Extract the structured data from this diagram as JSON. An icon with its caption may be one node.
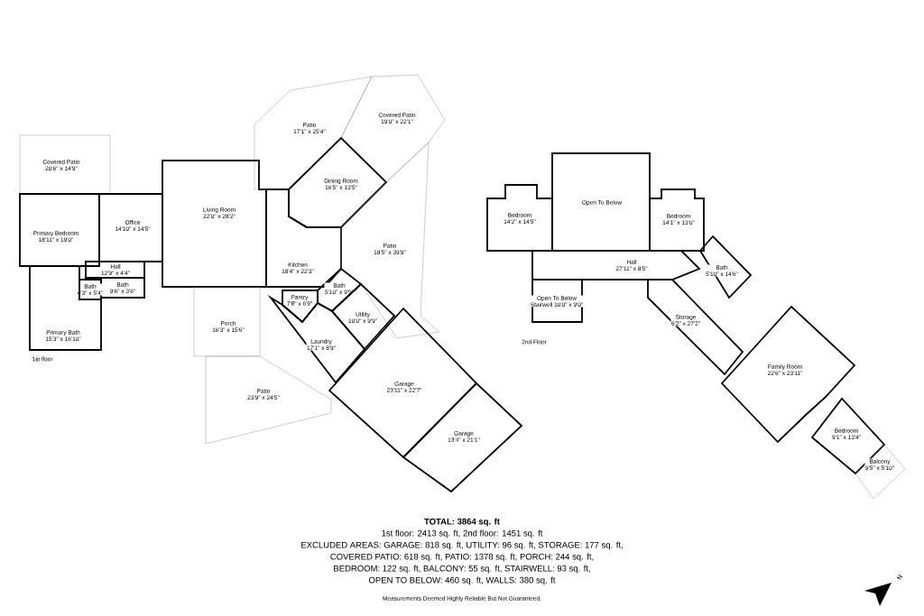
{
  "diagram": {
    "nodes": [
      {
        "text": [
          "Covered Patio",
          "20'6\" x 14'9\""
        ]
      },
      {
        "text": [
          "Primary Bedroom",
          "18'11\" x 19'0\""
        ]
      },
      {
        "text": [
          "Office",
          "14'10\" x 14'5\""
        ]
      },
      {
        "text": [
          "Hall",
          "12'9\" x 4'4\""
        ]
      },
      {
        "text": [
          "Bath",
          "9'6\" x 3'6\""
        ]
      },
      {
        "text": [
          "Bath",
          "4'3\" x 5'4\""
        ]
      },
      {
        "text": [
          "Primary Bath",
          "15'3\" x 16'10\""
        ]
      },
      {
        "text": [
          "Living Room",
          "22'0\" x 28'2\""
        ]
      },
      {
        "text": [
          "Patio",
          "17'1\" x 25'4\""
        ]
      },
      {
        "text": [
          "Covered Patio",
          "19'0\" x 22'1\""
        ]
      },
      {
        "text": [
          "Dining Room",
          "16'5\" x 13'5\""
        ]
      },
      {
        "text": [
          "Kitchen",
          "18'4\" x 22'3\""
        ]
      },
      {
        "text": [
          "Patio",
          "18'5\" x 39'9\""
        ]
      },
      {
        "text": [
          "Porch",
          "16'3\" x 15'6\""
        ]
      },
      {
        "text": [
          "Pantry",
          "7'8\" x 6'9\""
        ]
      },
      {
        "text": [
          "Bath",
          "5'10\" x 9'9\""
        ]
      },
      {
        "text": [
          "Utility",
          "10'0\" x 9'9\""
        ]
      },
      {
        "text": [
          "Laundry",
          "17'1\" x 8'9\""
        ]
      },
      {
        "text": [
          "Patio",
          "23'9\" x 24'5\""
        ]
      },
      {
        "text": [
          "Garage",
          "23'11\" x 22'7\""
        ]
      },
      {
        "text": [
          "Garage",
          "13'4\" x 21'1\""
        ]
      },
      {
        "text": [
          "Bedroom",
          "14'2\" x 14'5\""
        ]
      },
      {
        "text": [
          "Open To Below"
        ]
      },
      {
        "text": [
          "Bedroom",
          "14'1\" x 13'0\""
        ]
      },
      {
        "text": [
          "Hall",
          "27'11\" x 8'5\""
        ]
      },
      {
        "text": [
          "Open To Below",
          "Stairwell 10'0\" x 9'0\""
        ]
      },
      {
        "text": [
          "Bath",
          "5'10\" x 14'6\""
        ]
      },
      {
        "text": [
          "Storage",
          "6'2\" x 27'2\""
        ]
      },
      {
        "text": [
          "Family Room",
          "22'6\" x 23'11\""
        ]
      },
      {
        "text": [
          "Bedroom",
          "9'1\" x 13'4\""
        ]
      },
      {
        "text": [
          "Balcony",
          "9'5\" x 5'10\""
        ]
      }
    ],
    "labels": [
      "1st floor",
      "2nd Floor",
      "**TOTAL: 3864 sq. ft**",
      "1st floor: 2413 sq. ft, 2nd floor: 1451 sq. ft",
      "EXCLUDED AREAS: GARAGE: 818 sq. ft, UTILITY: 96 sq. ft, STORAGE: 177 sq. ft,",
      "COVERED PATIO: 618 sq. ft, PATIO: 1378 sq. ft, PORCH: 244 sq. ft,",
      "BEDROOM: 122 sq. ft, BALCONY: 55 sq. ft, STAIRWELL: 93 sq. ft,",
      "OPEN TO BELOW: 460 sq. ft, WALLS: 380 sq. ft",
      "Measurements Deemed Highly Reliable But Not Guaranteed.",
      "N"
    ]
  }
}
